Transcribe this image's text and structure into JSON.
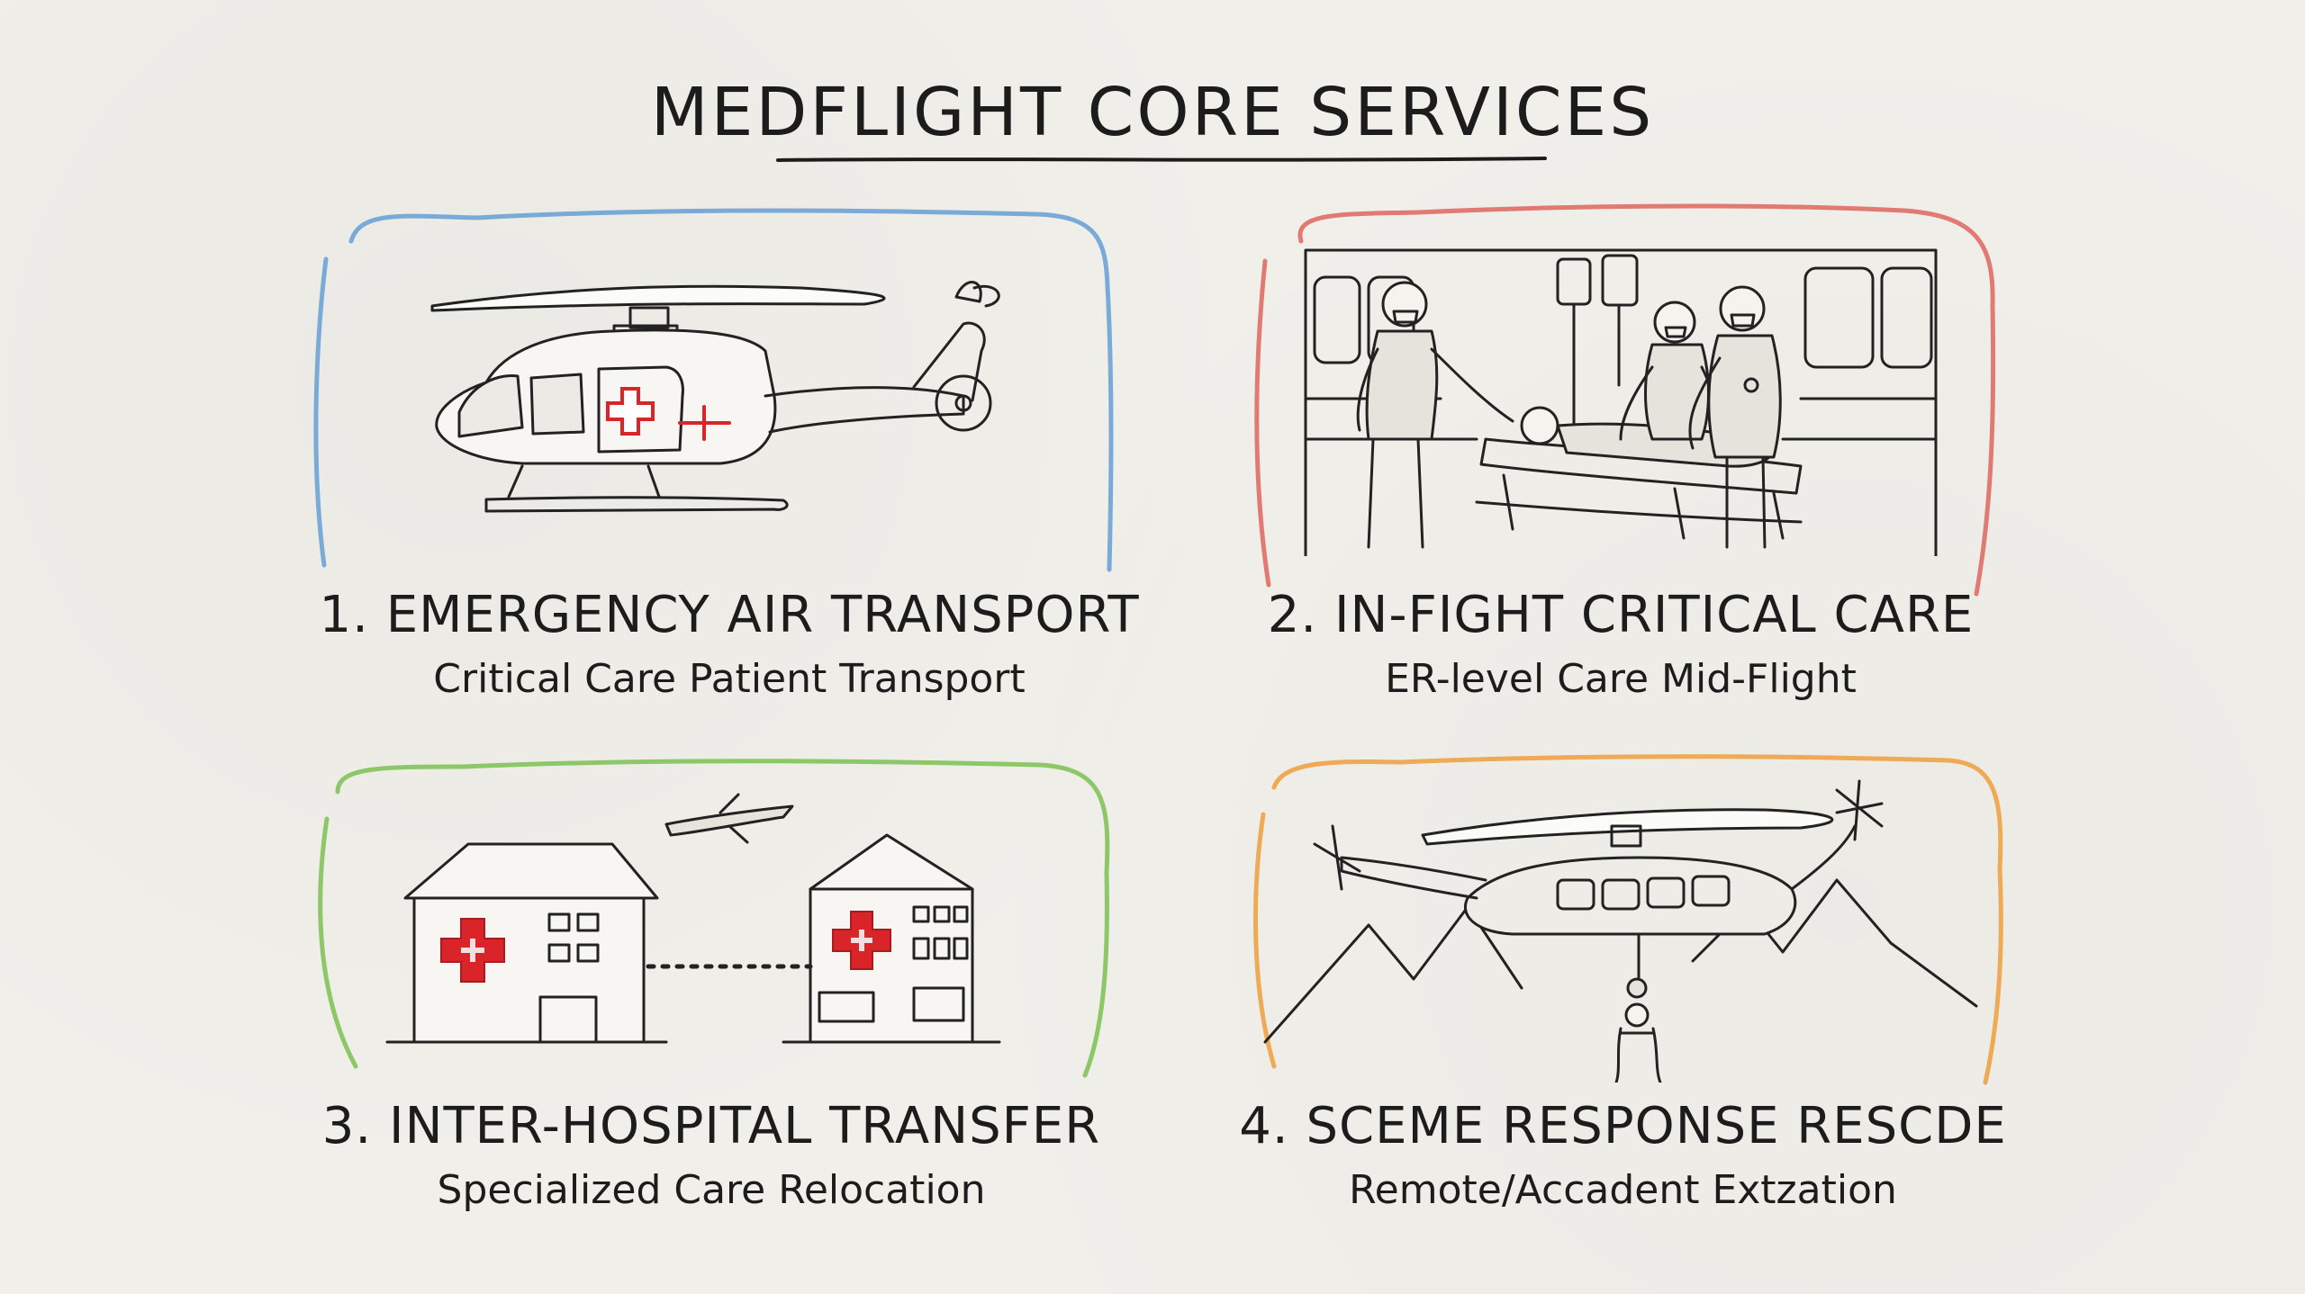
{
  "title": "MEDFLIGHT CORE SERVICES",
  "services": [
    {
      "number": "1.",
      "title": "EMERGENCY AIR TRANSPORT",
      "subtitle": "Critical Care Patient Transport",
      "frame_color": "#7aaad8"
    },
    {
      "number": "2.",
      "title": "IN-FIGHT CRITICAL CARE",
      "subtitle": "ER-level Care Mid-Flight",
      "frame_color": "#e07a72"
    },
    {
      "number": "3.",
      "title": "INTER-HOSPITAL TRANSFER",
      "subtitle": "Specialized Care Relocation",
      "frame_color": "#8cc768"
    },
    {
      "number": "4.",
      "title": "SCEME RESPONSE RESCDE",
      "subtitle": "Remote/Accadent Extzation",
      "frame_color": "#eeaa55"
    }
  ],
  "accent_red": "#d9252a",
  "ink": "#1c1c1c"
}
